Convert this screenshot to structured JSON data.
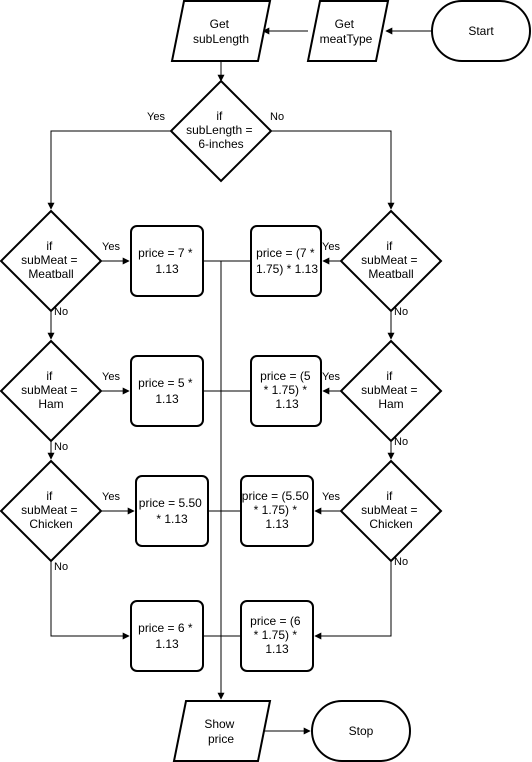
{
  "nodes": {
    "start": {
      "lines": [
        "Start"
      ]
    },
    "get_meat_type": {
      "lines": [
        "Get",
        "meatType"
      ]
    },
    "get_sub_length": {
      "lines": [
        "Get",
        "subLength"
      ]
    },
    "if_sub_length": {
      "lines": [
        "if",
        "subLength =",
        "6-inches"
      ]
    },
    "left_if_meatball": {
      "lines": [
        "if",
        "subMeat =",
        "Meatball"
      ]
    },
    "left_if_ham": {
      "lines": [
        "if",
        "subMeat =",
        "Ham"
      ]
    },
    "left_if_chicken": {
      "lines": [
        "if",
        "subMeat =",
        "Chicken"
      ]
    },
    "right_if_meatball": {
      "lines": [
        "if",
        "subMeat =",
        "Meatball"
      ]
    },
    "right_if_ham": {
      "lines": [
        "if",
        "subMeat =",
        "Ham"
      ]
    },
    "right_if_chicken": {
      "lines": [
        "if",
        "subMeat =",
        "Chicken"
      ]
    },
    "price_meatball_6": {
      "lines": [
        "price = 7 *",
        "1.13"
      ]
    },
    "price_ham_6": {
      "lines": [
        "price = 5 *",
        "1.13"
      ]
    },
    "price_chicken_6": {
      "lines": [
        "price = 5.50",
        "* 1.13"
      ]
    },
    "price_other_6": {
      "lines": [
        "price = 6 *",
        "1.13"
      ]
    },
    "price_meatball_12": {
      "lines": [
        "price = (7 *",
        "1.75)  * 1.13"
      ]
    },
    "price_ham_12": {
      "lines": [
        "price = (5",
        "* 1.75)  *",
        "1.13"
      ]
    },
    "price_chicken_12": {
      "lines": [
        "price = (5.50",
        "* 1.75)  *",
        "1.13"
      ]
    },
    "price_other_12": {
      "lines": [
        "price = (6",
        "* 1.75)  *",
        "1.13"
      ]
    },
    "show_price": {
      "lines": [
        "Show",
        "price"
      ]
    },
    "stop": {
      "lines": [
        "Stop"
      ]
    }
  },
  "edge_labels": {
    "top_yes": "Yes",
    "top_no": "No",
    "left_meatball_yes": "Yes",
    "left_meatball_no": "No",
    "left_ham_yes": "Yes",
    "left_ham_no": "No",
    "left_chicken_yes": "Yes",
    "left_chicken_no": "No",
    "right_meatball_yes": "Yes",
    "right_meatball_no": "No",
    "right_ham_yes": "Yes",
    "right_ham_no": "No",
    "right_chicken_yes": "Yes",
    "right_chicken_no": "No"
  }
}
